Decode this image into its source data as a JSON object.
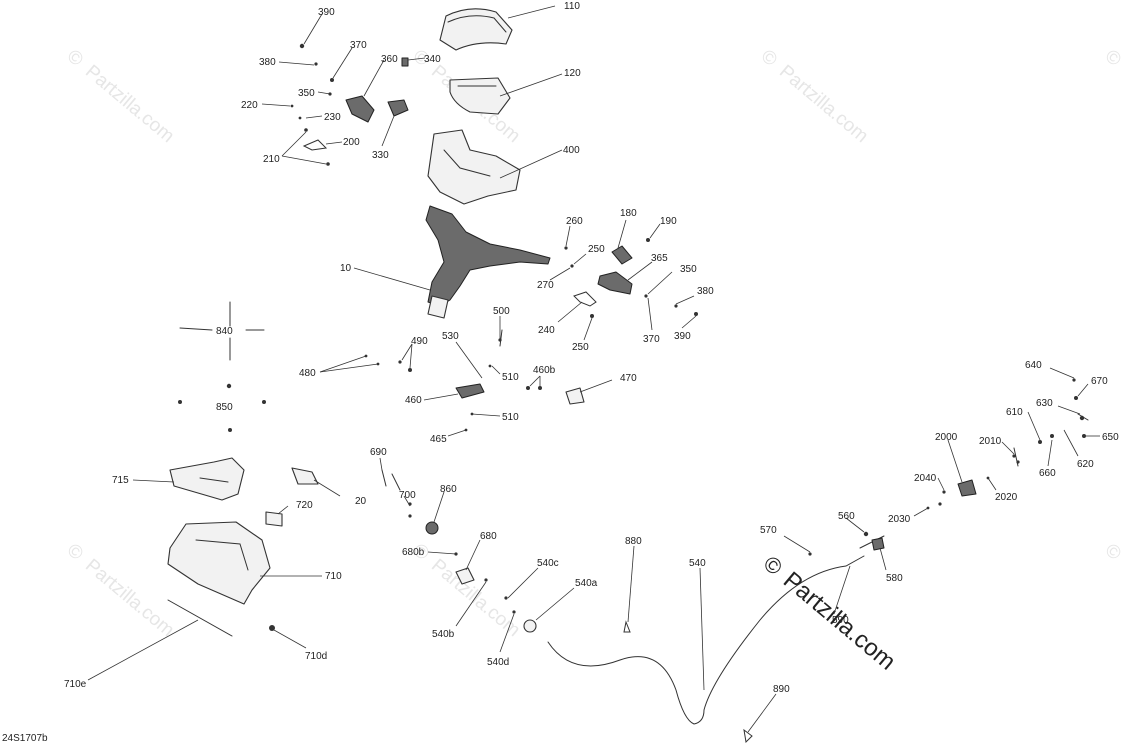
{
  "diagram": {
    "reference_code": "24S1707b",
    "watermark": {
      "text": "Partzilla.com",
      "symbol": "©"
    },
    "callouts": [
      "390",
      "370",
      "380",
      "360",
      "340",
      "110",
      "350",
      "220",
      "230",
      "120",
      "200",
      "210",
      "330",
      "400",
      "180",
      "190",
      "260",
      "250",
      "365",
      "10",
      "270",
      "350b",
      "380b",
      "240",
      "500",
      "370b",
      "390b",
      "250b",
      "840",
      "530",
      "490",
      "480",
      "510",
      "460b",
      "470",
      "460",
      "850",
      "510b",
      "465",
      "640",
      "670",
      "630",
      "610",
      "2000",
      "2010",
      "650",
      "660",
      "620",
      "690",
      "2040",
      "860",
      "700",
      "715",
      "20",
      "720",
      "2020",
      "2030",
      "560",
      "570",
      "680",
      "680b",
      "880",
      "540",
      "540c",
      "580",
      "710",
      "540a",
      "590",
      "540b",
      "540d",
      "710d",
      "890",
      "710e"
    ],
    "labels": {
      "390": "390",
      "370": "370",
      "380": "380",
      "360": "360",
      "340": "340",
      "110": "110",
      "350": "350",
      "220": "220",
      "230": "230",
      "120": "120",
      "200": "200",
      "210": "210",
      "330": "330",
      "400": "400",
      "180": "180",
      "190": "190",
      "260": "260",
      "250": "250",
      "365": "365",
      "10": "10",
      "270": "270",
      "350b": "350",
      "380b": "380",
      "240": "240",
      "500": "500",
      "370b": "370",
      "390b": "390",
      "250b": "250",
      "840": "840",
      "530": "530",
      "490": "490",
      "480": "480",
      "510": "510",
      "460b": "460b",
      "470": "470",
      "460": "460",
      "850": "850",
      "510b": "510",
      "465": "465",
      "640": "640",
      "670": "670",
      "630": "630",
      "610": "610",
      "2000": "2000",
      "2010": "2010",
      "650": "650",
      "660": "660",
      "620": "620",
      "690": "690",
      "2040": "2040",
      "860": "860",
      "700": "700",
      "715": "715",
      "20": "20",
      "720": "720",
      "2020": "2020",
      "2030": "2030",
      "560": "560",
      "570": "570",
      "680": "680",
      "680b": "680b",
      "880": "880",
      "540": "540",
      "540c": "540c",
      "580": "580",
      "710": "710",
      "540a": "540a",
      "590": "590",
      "540b": "540b",
      "540d": "540d",
      "710d": "710d",
      "890": "890",
      "710e": "710e"
    }
  }
}
